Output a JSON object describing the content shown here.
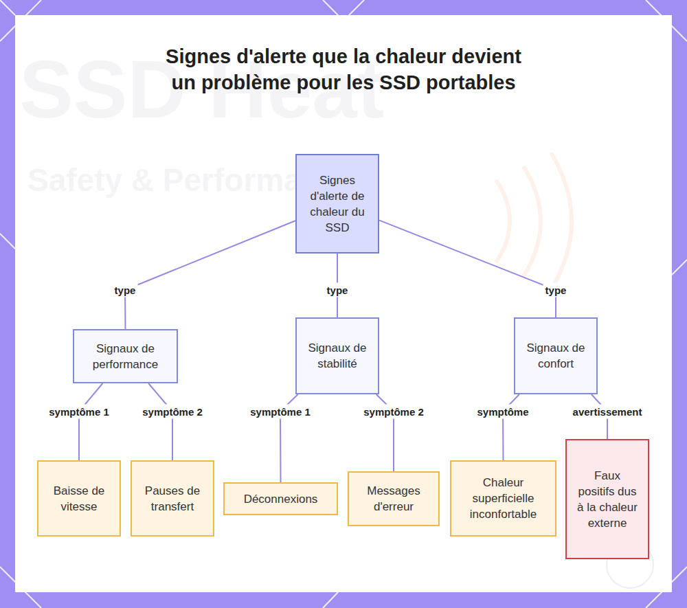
{
  "diagram": {
    "title": "Signes d'alerte que la chaleur devient un problème pour les SSD portables",
    "nodes": [
      {
        "text": [
          "Signes d'alerte de chaleur du SSD"
        ]
      },
      {
        "text": [
          "Signaux de performance"
        ]
      },
      {
        "text": [
          "Signaux de stabilité"
        ]
      },
      {
        "text": [
          "Signaux de confort"
        ]
      },
      {
        "text": [
          "Baisse de vitesse"
        ]
      },
      {
        "text": [
          "Pauses de transfert"
        ]
      },
      {
        "text": [
          "Déconnexions"
        ]
      },
      {
        "text": [
          "Messages d'erreur"
        ]
      },
      {
        "text": [
          "Chaleur superficielle inconfortable"
        ]
      },
      {
        "text": [
          "Faux positifs dus à la chaleur externe"
        ]
      }
    ],
    "edges": [
      {
        "from": 0,
        "to": 1,
        "label": "type",
        "arrow": "none"
      },
      {
        "from": 0,
        "to": 2,
        "label": "type",
        "arrow": "none"
      },
      {
        "from": 0,
        "to": 3,
        "label": "type",
        "arrow": "none"
      },
      {
        "from": 1,
        "to": 4,
        "label": "symptôme 1",
        "arrow": "none"
      },
      {
        "from": 1,
        "to": 5,
        "label": "symptôme 2",
        "arrow": "none"
      },
      {
        "from": 2,
        "to": 6,
        "label": "symptôme 1",
        "arrow": "none"
      },
      {
        "from": 2,
        "to": 7,
        "label": "symptôme 2",
        "arrow": "none"
      },
      {
        "from": 3,
        "to": 8,
        "label": "symptôme",
        "arrow": "none"
      },
      {
        "from": 3,
        "to": 9,
        "label": "avertissement",
        "arrow": "none"
      }
    ],
    "labels": [
      "SSD Heat",
      "Safety & Performance"
    ]
  }
}
